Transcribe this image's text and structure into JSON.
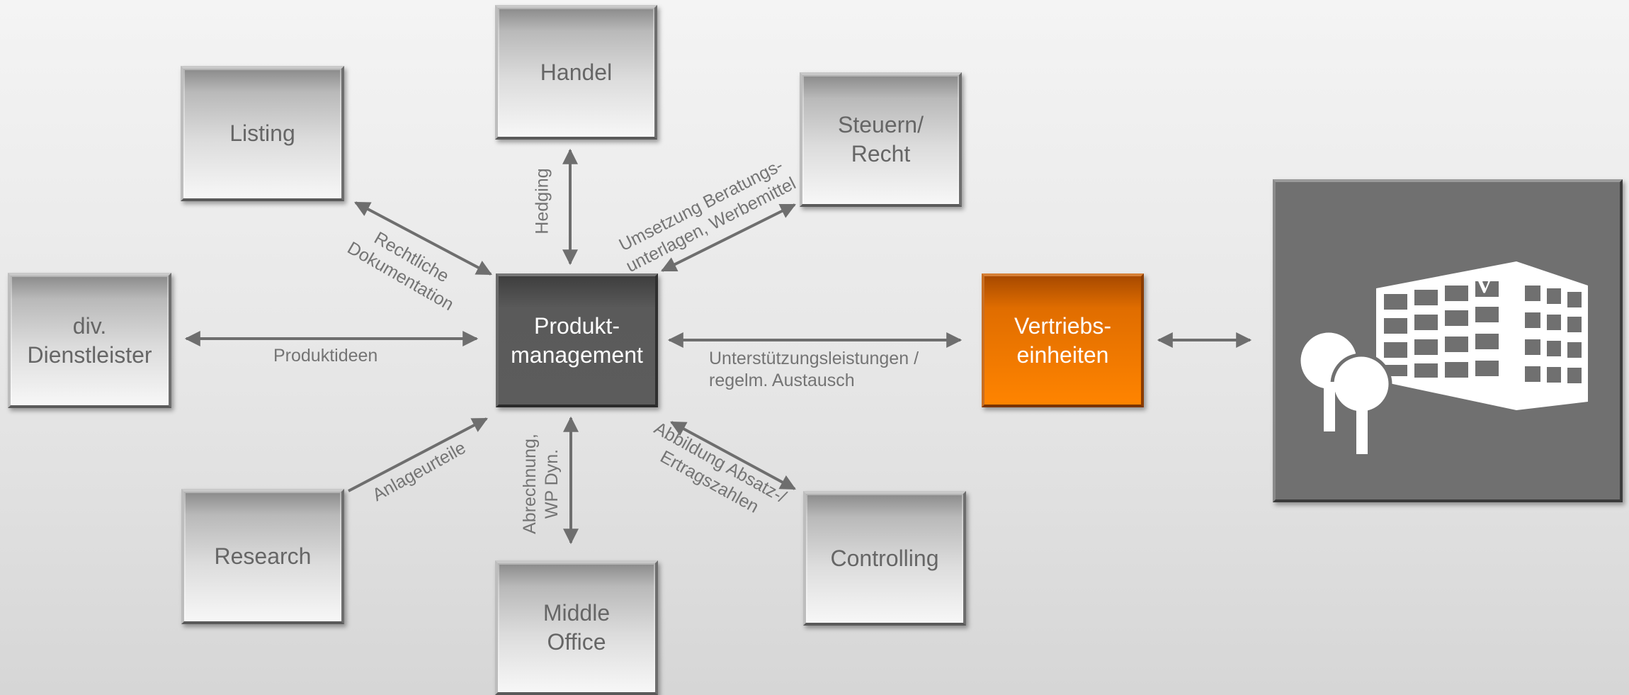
{
  "nodes": {
    "handel": "Handel",
    "listing": "Listing",
    "steuern_recht": "Steuern/\nRecht",
    "dienstleister": "div.\nDienstleister",
    "produktmanagement": "Produkt-\nmanagement",
    "vertriebseinheiten": "Vertriebs-\neinheiten",
    "research": "Research",
    "middle_office": "Middle\nOffice",
    "controlling": "Controlling"
  },
  "edge_labels": {
    "hedging": "Hedging",
    "rechtliche_dokumentation": "Rechtliche\nDokumentation",
    "umsetzung": "Umsetzung Beratungs-\nunterlagen, Werbemittel",
    "produktideen": "Produktideen",
    "unterstuetzung": "Unterstützungsleistungen /\nregelm. Austausch",
    "anlageurteile": "Anlageurteile",
    "abrechnung": "Abrechnung,\nWP Dyn.",
    "abbildung": "Abbildung Absatz-/\nErtragszahlen"
  },
  "bank_logo_letter": "v",
  "colors": {
    "accent": "#ff8400",
    "central": "#5a5a5a",
    "connector": "#6e6e6e",
    "label": "#747474",
    "panel": "#707070"
  }
}
